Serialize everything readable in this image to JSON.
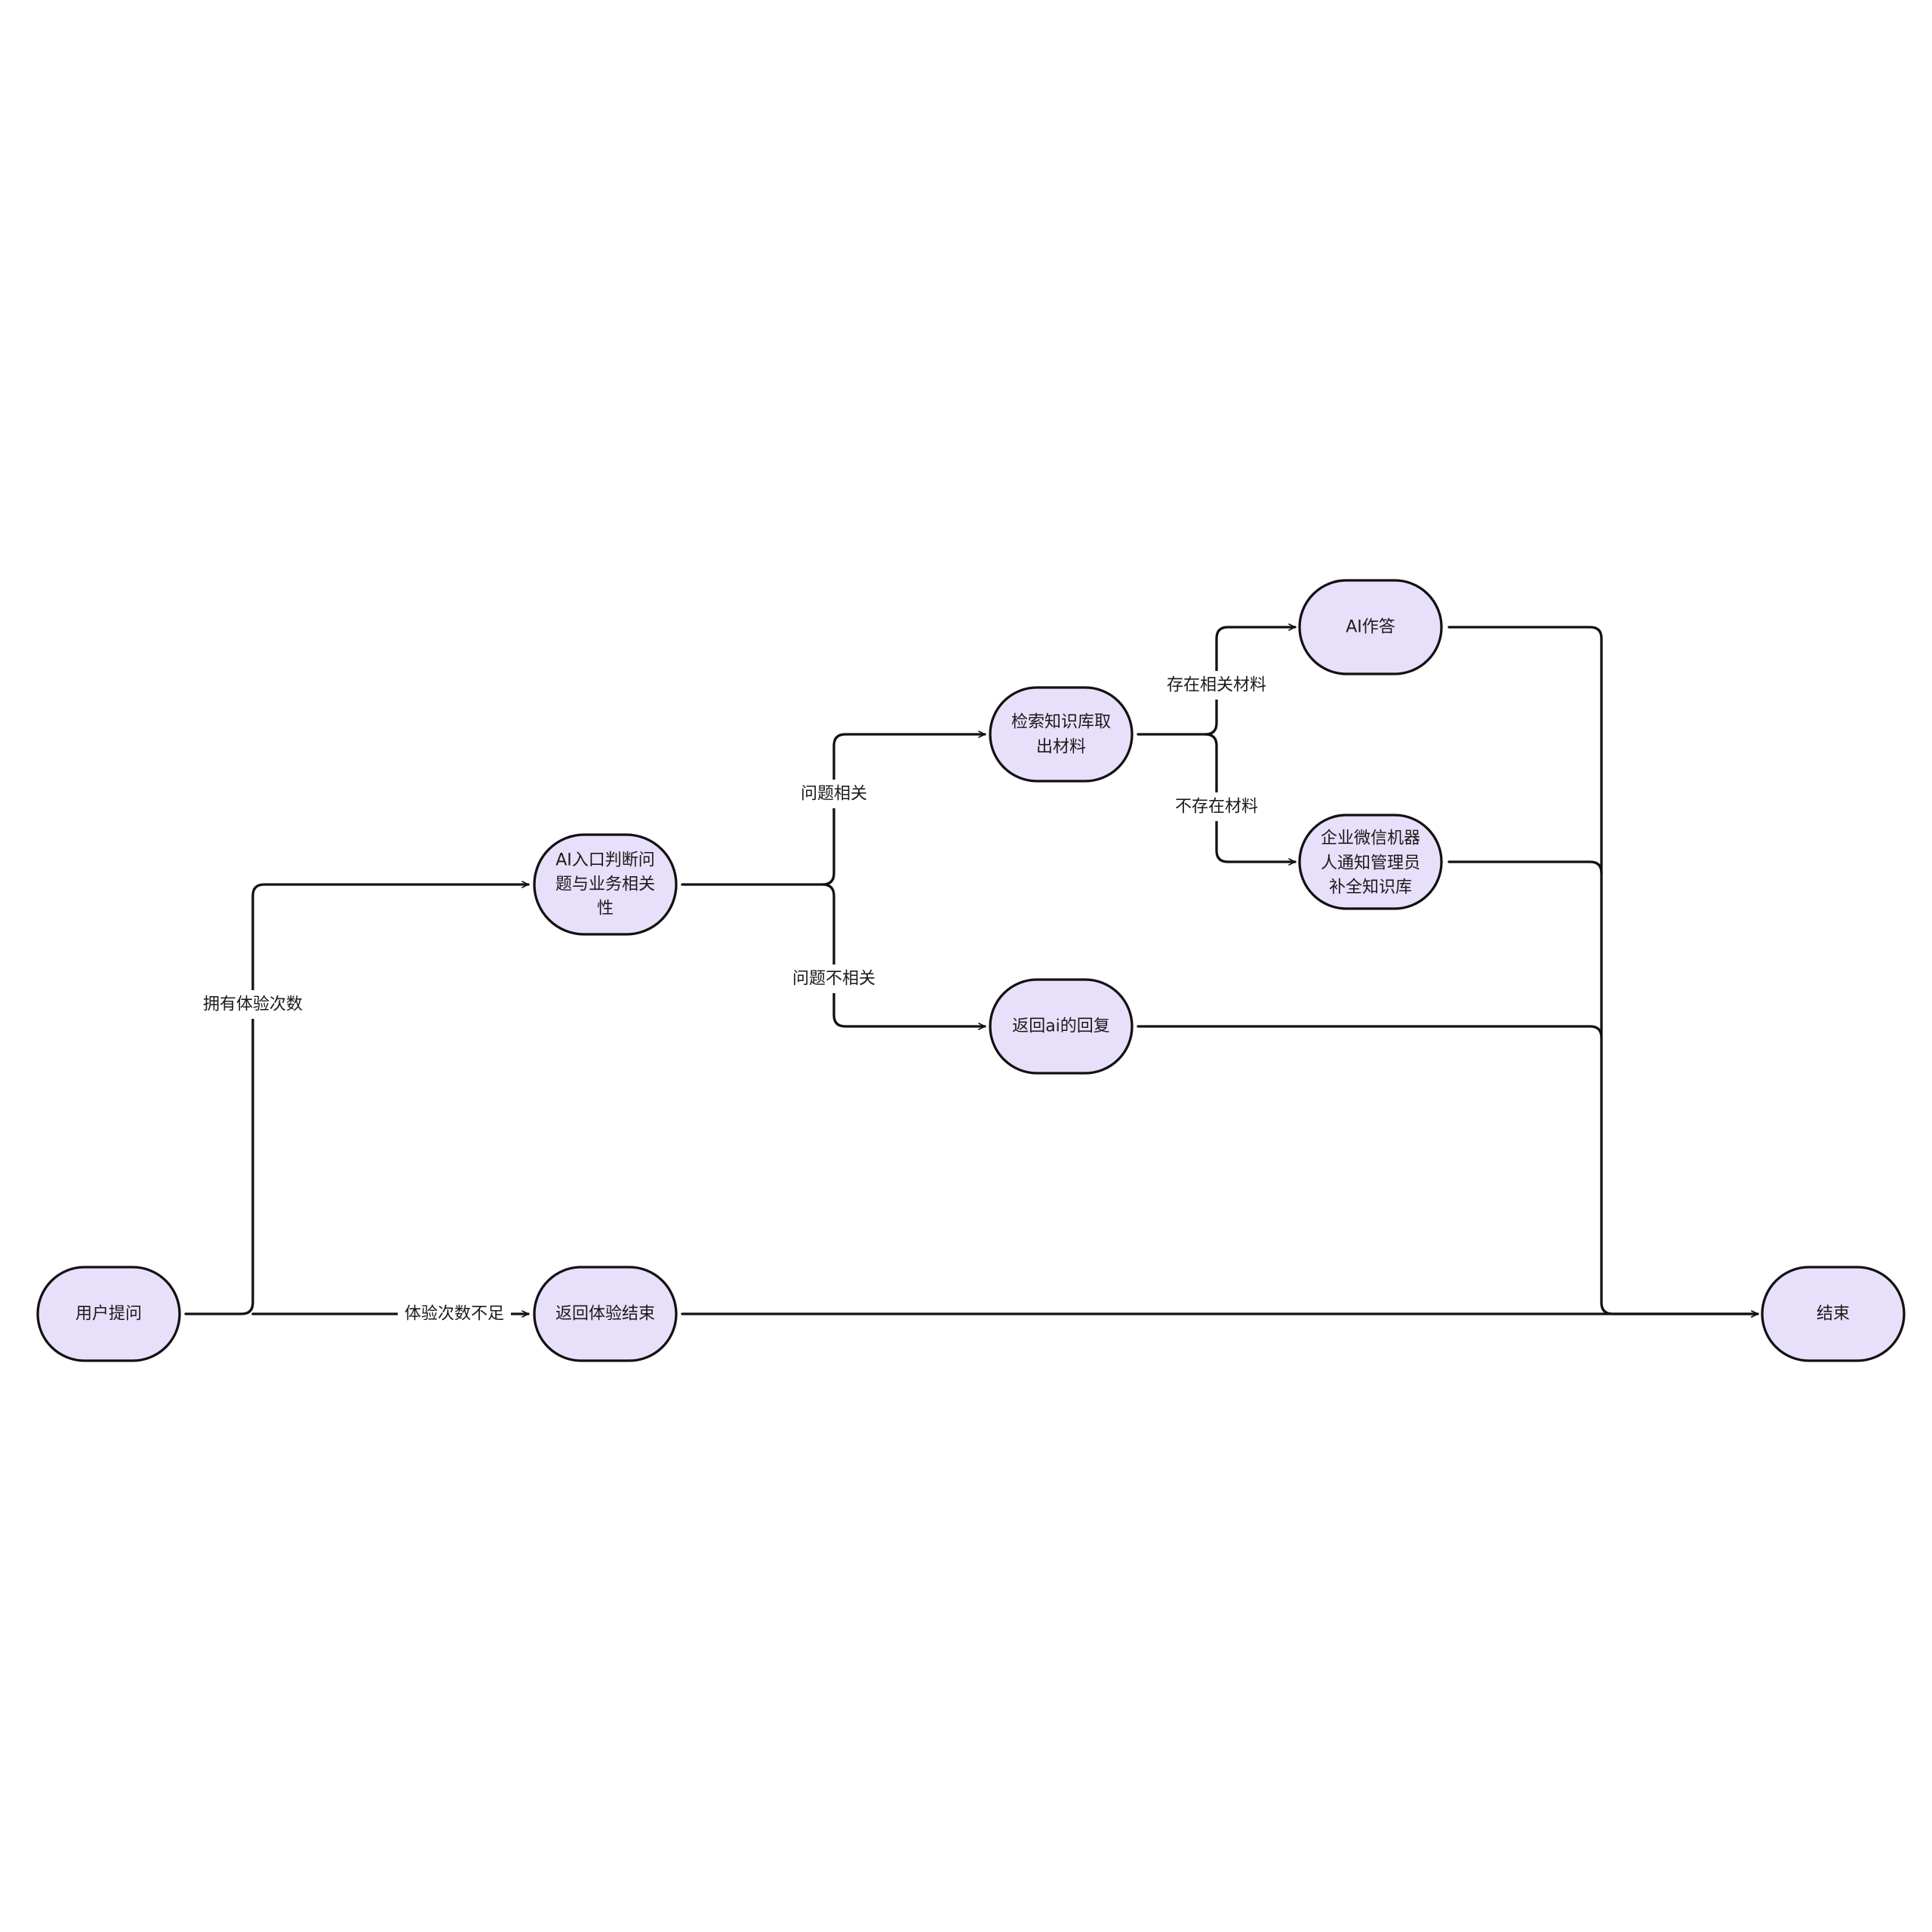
{
  "diagram": {
    "colors": {
      "node_fill": "#e8e0fb",
      "stroke": "#111111",
      "text": "#1a1a1a",
      "background": "#ffffff"
    },
    "nodes": [
      {
        "id": "user_ask",
        "lines": [
          "用户提问"
        ]
      },
      {
        "id": "ai_judge",
        "lines": [
          "AI入口判断问",
          "题与业务相关",
          "性"
        ]
      },
      {
        "id": "trial_end",
        "lines": [
          "返回体验结束"
        ]
      },
      {
        "id": "search_kb",
        "lines": [
          "检索知识库取",
          "出材料"
        ]
      },
      {
        "id": "ai_reply",
        "lines": [
          "返回ai的回复"
        ]
      },
      {
        "id": "ai_answer",
        "lines": [
          "AI作答"
        ]
      },
      {
        "id": "notify_admin",
        "lines": [
          "企业微信机器",
          "人通知管理员",
          "补全知识库"
        ]
      },
      {
        "id": "end",
        "lines": [
          "结束"
        ]
      }
    ],
    "edges": [
      {
        "from": "user_ask",
        "to": "ai_judge",
        "label": "拥有体验次数"
      },
      {
        "from": "user_ask",
        "to": "trial_end",
        "label": "体验次数不足"
      },
      {
        "from": "ai_judge",
        "to": "search_kb",
        "label": "问题相关"
      },
      {
        "from": "ai_judge",
        "to": "ai_reply",
        "label": "问题不相关"
      },
      {
        "from": "search_kb",
        "to": "ai_answer",
        "label": "存在相关材料"
      },
      {
        "from": "search_kb",
        "to": "notify_admin",
        "label": "不存在材料"
      },
      {
        "from": "ai_answer",
        "to": "end",
        "label": ""
      },
      {
        "from": "notify_admin",
        "to": "end",
        "label": ""
      },
      {
        "from": "ai_reply",
        "to": "end",
        "label": ""
      },
      {
        "from": "trial_end",
        "to": "end",
        "label": ""
      }
    ]
  }
}
